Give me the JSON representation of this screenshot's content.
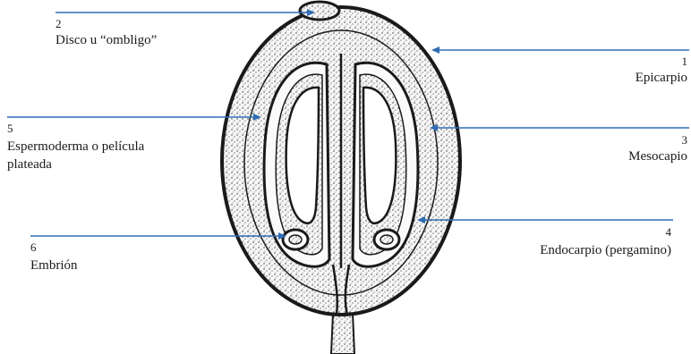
{
  "colors": {
    "leader_line": "#2f6db5",
    "ink": "#1a1a1a",
    "stipple_fill": "#f3f3f3"
  },
  "labels": [
    {
      "id": "epicarpio",
      "number": "1",
      "text": "Epicarpio"
    },
    {
      "id": "disco",
      "number": "2",
      "text": "Disco u “ombligo”"
    },
    {
      "id": "mesocapio",
      "number": "3",
      "text": "Mesocapio"
    },
    {
      "id": "endocarpio",
      "number": "4",
      "text": "Endocarpio (pergamino)"
    },
    {
      "id": "espermoderma",
      "number": "5",
      "text_line1": "Espermoderma o película",
      "text_line2": "plateada"
    },
    {
      "id": "embrion",
      "number": "6",
      "text": "Embrión"
    }
  ]
}
